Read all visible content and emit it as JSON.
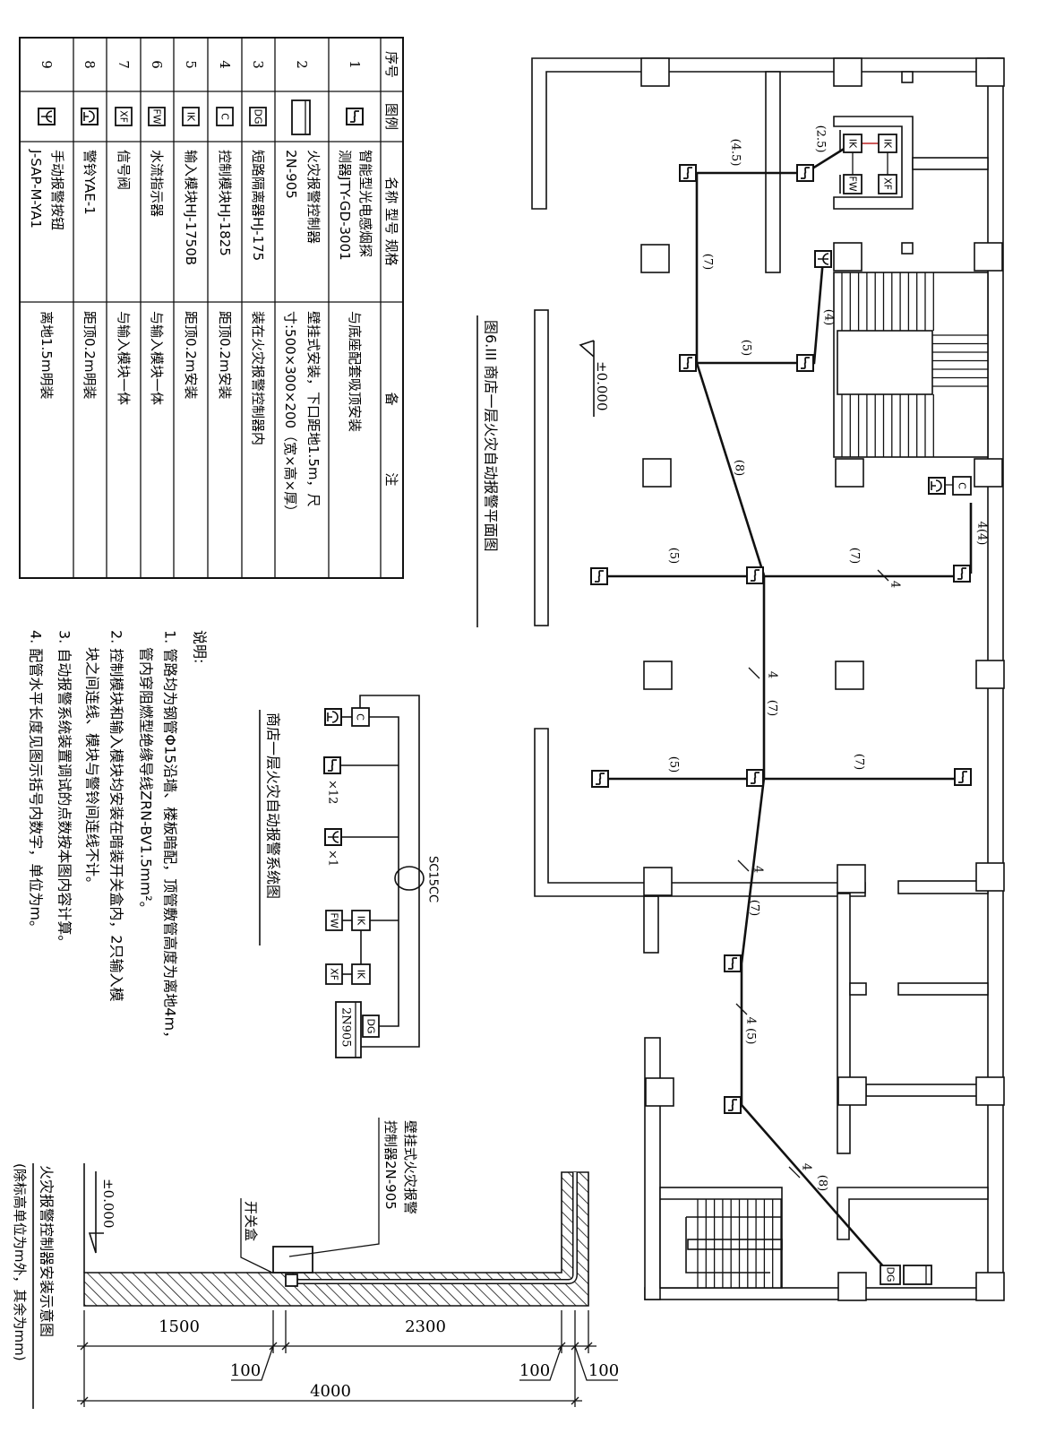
{
  "colors": {
    "ink": "#111111",
    "paper": "#ffffff",
    "accent_red": "#bb2222"
  },
  "legend_table": {
    "headers": {
      "no": "序号",
      "symbol": "图例",
      "name": "名称 型号 规格",
      "remark": "备 注"
    },
    "rows": [
      {
        "no": "1",
        "symbol": "smoke-detector-icon",
        "name": [
          "智能型光电感烟探",
          "测器JTY-GD-3001"
        ],
        "remark": [
          "与底座配套吸顶安装"
        ]
      },
      {
        "no": "2",
        "symbol": "fire-alarm-controller-icon",
        "name": [
          "火灾报警控制器",
          "2N-905"
        ],
        "remark": [
          "壁挂式安装，下口距地1.5m，尺",
          "寸:500×300×200（宽×高×厚）"
        ]
      },
      {
        "no": "3",
        "symbol": "DG",
        "name": [
          "短路隔离器HJ-175"
        ],
        "remark": [
          "装在火灾报警控制器内"
        ]
      },
      {
        "no": "4",
        "symbol": "C",
        "name": [
          "控制模块HJ-1825"
        ],
        "remark": [
          "距顶0.2m安装"
        ]
      },
      {
        "no": "5",
        "symbol": "IK",
        "name": [
          "输入模块HJ-1750B"
        ],
        "remark": [
          "距顶0.2m安装"
        ]
      },
      {
        "no": "6",
        "symbol": "FW",
        "name": [
          "水流指示器"
        ],
        "remark": [
          "与输入模块一体"
        ]
      },
      {
        "no": "7",
        "symbol": "XF",
        "name": [
          "信号阀"
        ],
        "remark": [
          "与输入模块一体"
        ]
      },
      {
        "no": "8",
        "symbol": "bell-icon",
        "name": [
          "警铃YAE-1"
        ],
        "remark": [
          "距顶0.2m明装"
        ]
      },
      {
        "no": "9",
        "symbol": "manual-alarm-button-icon",
        "name": [
          "手动报警按钮",
          "J-SAP-M-YA1"
        ],
        "remark": [
          "离地1.5m明装"
        ]
      }
    ]
  },
  "symbols": {
    "isolator": "DG",
    "control_module": "C",
    "input_module": "IK",
    "flow_indicator": "FW",
    "signal_valve": "XF"
  },
  "notes": {
    "title": "说明:",
    "lines": [
      "1. 管路均为钢管Φ15沿墙、楼板暗配，顶管敷管高度为离地4m，",
      "管内穿阻燃型绝缘导线ZRN-BV1.5mm²。",
      "2. 控制模块和输入模块均安装在暗装开关盒内，2只输入模",
      "块之间连线、模块与警铃间连线不计。",
      "3. 自动报警系统装置调试的点数按本图内容计算。",
      "4. 配管水平长度见图示括号内数字，单位为m。"
    ]
  },
  "system_diagram": {
    "title": "商店一层火灾自动报警系统图",
    "conduit": "SC15CC",
    "smoke_count": "×12",
    "button_count": "×1",
    "controller": "2N905"
  },
  "floor_plan": {
    "title": "图6.III  商店一层火灾自动报警平面图",
    "elevation": "±0.000",
    "run_labels": [
      "(4.5)",
      "(2.5)",
      "(7)",
      "(5)",
      "(4)",
      "(8)",
      "4(4)",
      "(5)",
      "(7)",
      "4",
      "4",
      "(7)",
      "(5)",
      "(7)",
      "4",
      "(7)",
      "4 (5)",
      "4",
      "(8)"
    ]
  },
  "install_diagram": {
    "title": "火灾报警控制器安装示意图",
    "subtitle": "(除标高单位为m外，其余为mm)",
    "controller_label": [
      "壁挂式火灾报警",
      "控制器2N-905"
    ],
    "switch_box_label": "开关盒",
    "elevation": "±0.000",
    "dims": {
      "d1500": "1500",
      "d2300": "2300",
      "d100a": "100",
      "d100b": "100",
      "d100c": "100",
      "d4000": "4000"
    }
  }
}
